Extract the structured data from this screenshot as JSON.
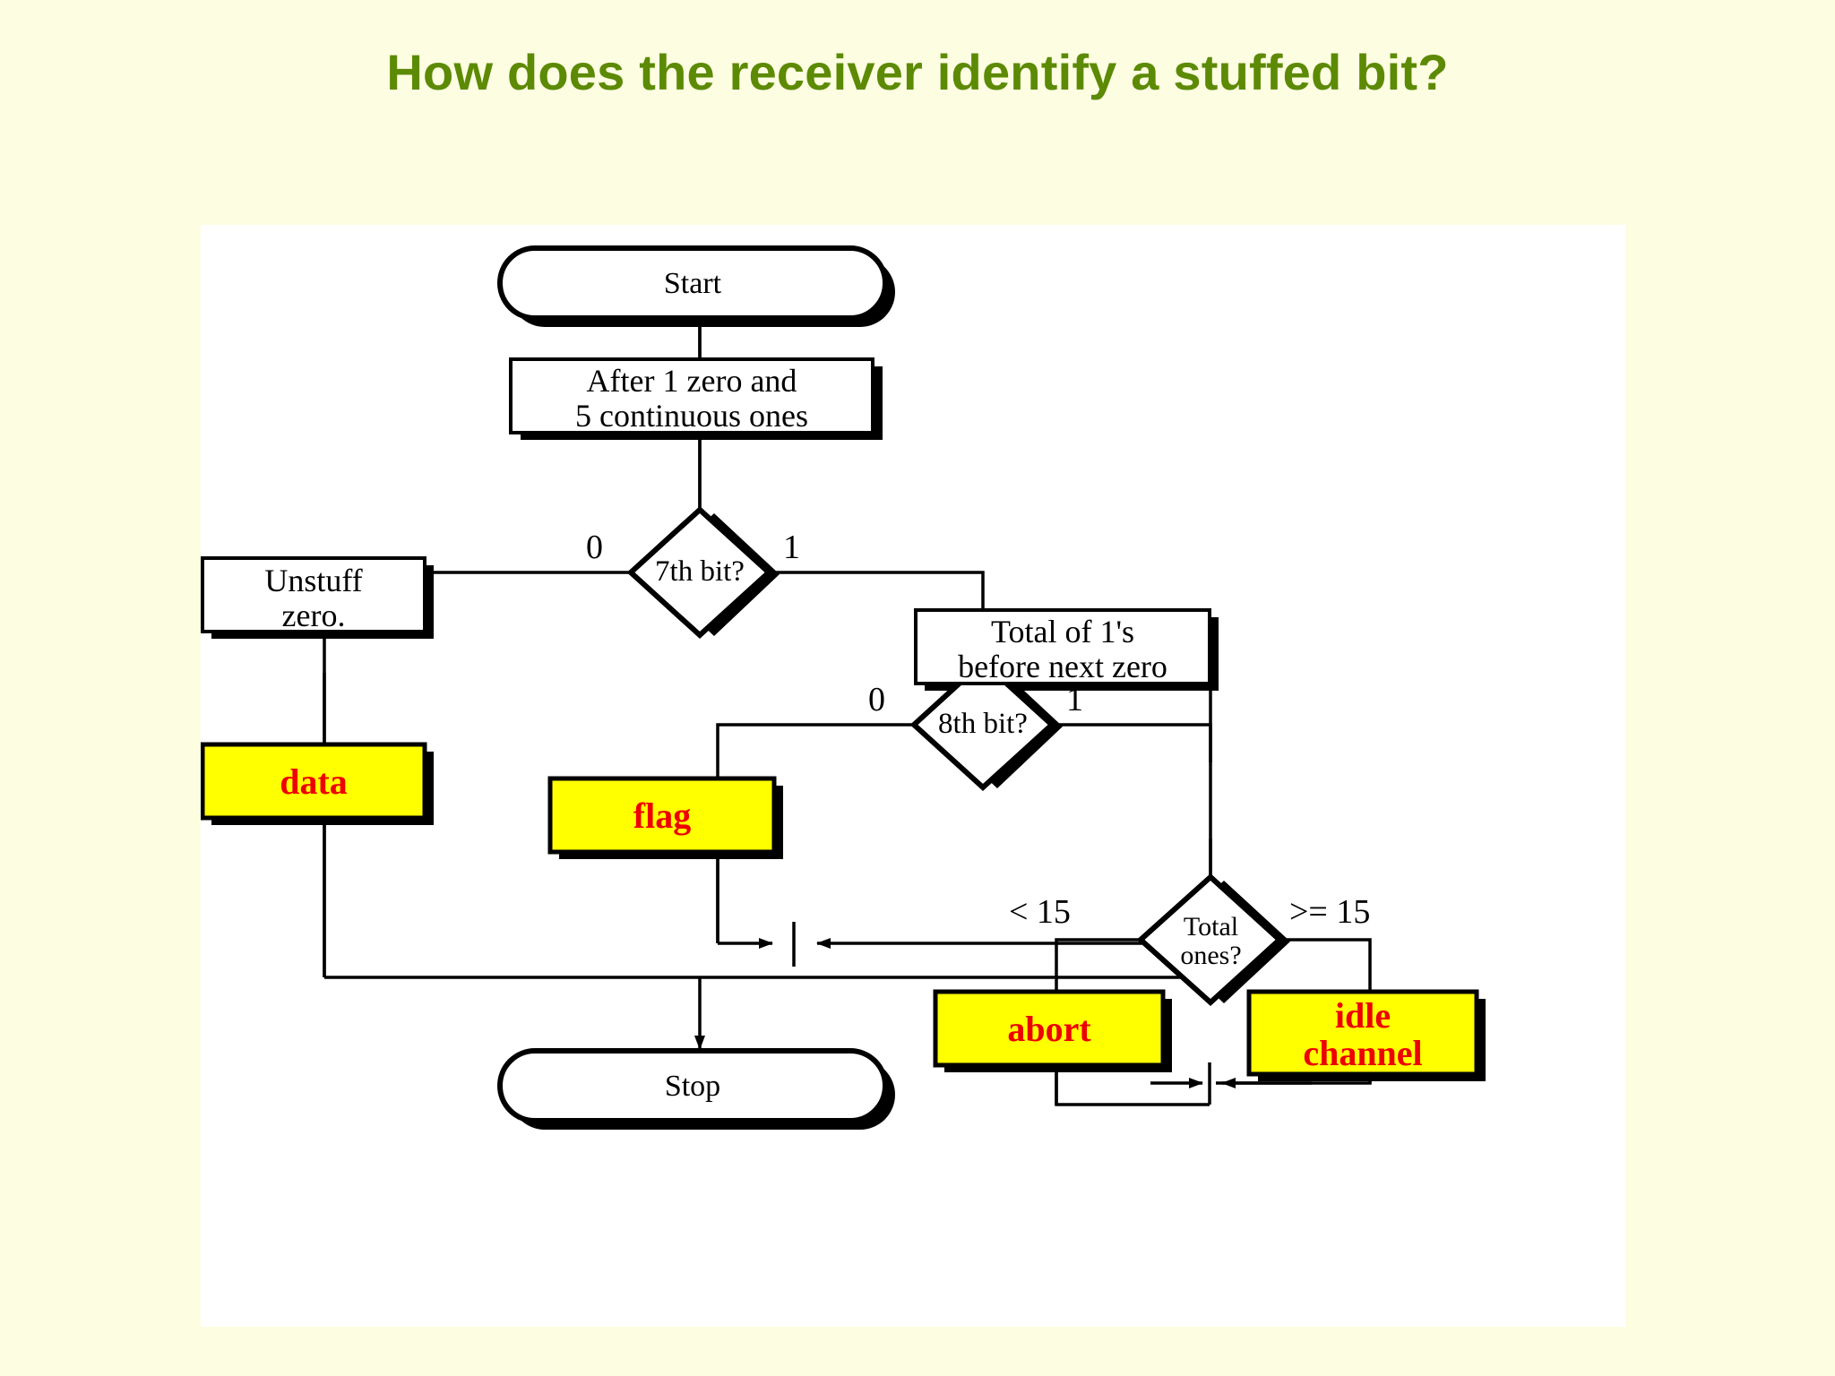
{
  "slide": {
    "title": "How does the receiver identify a stuffed bit?",
    "background_color": "#FDFDE2",
    "title_color": "#5C8A04",
    "canvas_color": "#FFFFFF"
  },
  "flowchart": {
    "type": "flowchart",
    "shadow_color": "#000000",
    "highlight_fill": "#FFFF00",
    "highlight_text_color": "#EE0000",
    "nodes": {
      "start": {
        "label": "Start",
        "shape": "terminal"
      },
      "after": {
        "label": "After 1 zero and\n5 continuous ones",
        "shape": "process"
      },
      "bit7": {
        "label": "7th bit?",
        "shape": "decision"
      },
      "unstuff": {
        "label": "Unstuff\nzero.",
        "shape": "process"
      },
      "data": {
        "label": "data",
        "shape": "highlight"
      },
      "bit8": {
        "label": "8th bit?",
        "shape": "decision"
      },
      "flag": {
        "label": "flag",
        "shape": "highlight"
      },
      "total": {
        "label": "Total of 1's\nbefore next zero",
        "shape": "process"
      },
      "totalones": {
        "label": "Total\nones?",
        "shape": "decision"
      },
      "abort": {
        "label": "abort",
        "shape": "highlight"
      },
      "idle": {
        "label": "idle\nchannel",
        "shape": "highlight"
      },
      "stop": {
        "label": "Stop",
        "shape": "terminal"
      }
    },
    "edge_labels": {
      "bit7_zero": "0",
      "bit7_one": "1",
      "bit8_zero": "0",
      "bit8_one": "1",
      "ones_lt": "< 15",
      "ones_ge": ">= 15"
    }
  }
}
